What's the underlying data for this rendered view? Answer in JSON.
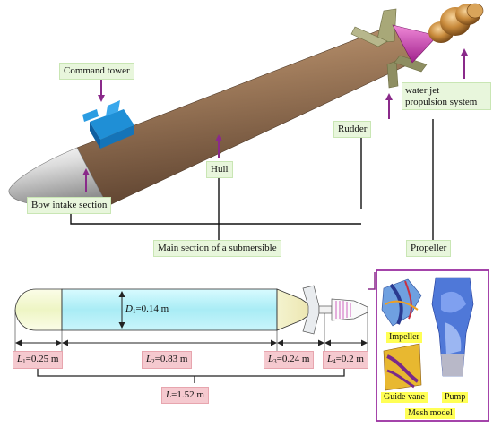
{
  "labels": {
    "command_tower": "Command tower",
    "water_jet": "water jet propulsion system",
    "water_jet_line1": "water jet",
    "water_jet_line2": "propulsion system",
    "rudder": "Rudder",
    "hull": "Hull",
    "bow_intake": "Bow intake section",
    "main_section": "Main section of a submersible",
    "propeller": "Propeller"
  },
  "dimensions": {
    "D1": {
      "sym": "D",
      "sub": "1",
      "value": "=0.14 m"
    },
    "L1": {
      "sym": "L",
      "sub": "1",
      "value": "=0.25 m"
    },
    "L2": {
      "sym": "L",
      "sub": "2",
      "value": "=0.83 m"
    },
    "L3": {
      "sym": "L",
      "sub": "3",
      "value": "=0.24 m"
    },
    "L4": {
      "sym": "L",
      "sub": "4",
      "value": "=0.2 m"
    },
    "L": {
      "sym": "L",
      "sub": "",
      "value": "=1.52 m"
    }
  },
  "mesh_model": {
    "title": "Mesh model",
    "impeller": "Impeller",
    "guide_vane": "Guide vane",
    "pump": "Pump"
  },
  "colors": {
    "hull_brown": "#9c7a5a",
    "bow_silver": "#d9d9d9",
    "tower_blue": "#1f8fd6",
    "rudder_olive": "#a8a878",
    "cone_magenta": "#d23fbf",
    "propulsor_copper": "#c98b3c",
    "arrow_purple": "#8a2a8a",
    "mesh_border": "#9a2fa0",
    "label_green": "#e8f6dc",
    "label_pink": "#f5c9cf",
    "label_yellow": "#ffff55"
  }
}
